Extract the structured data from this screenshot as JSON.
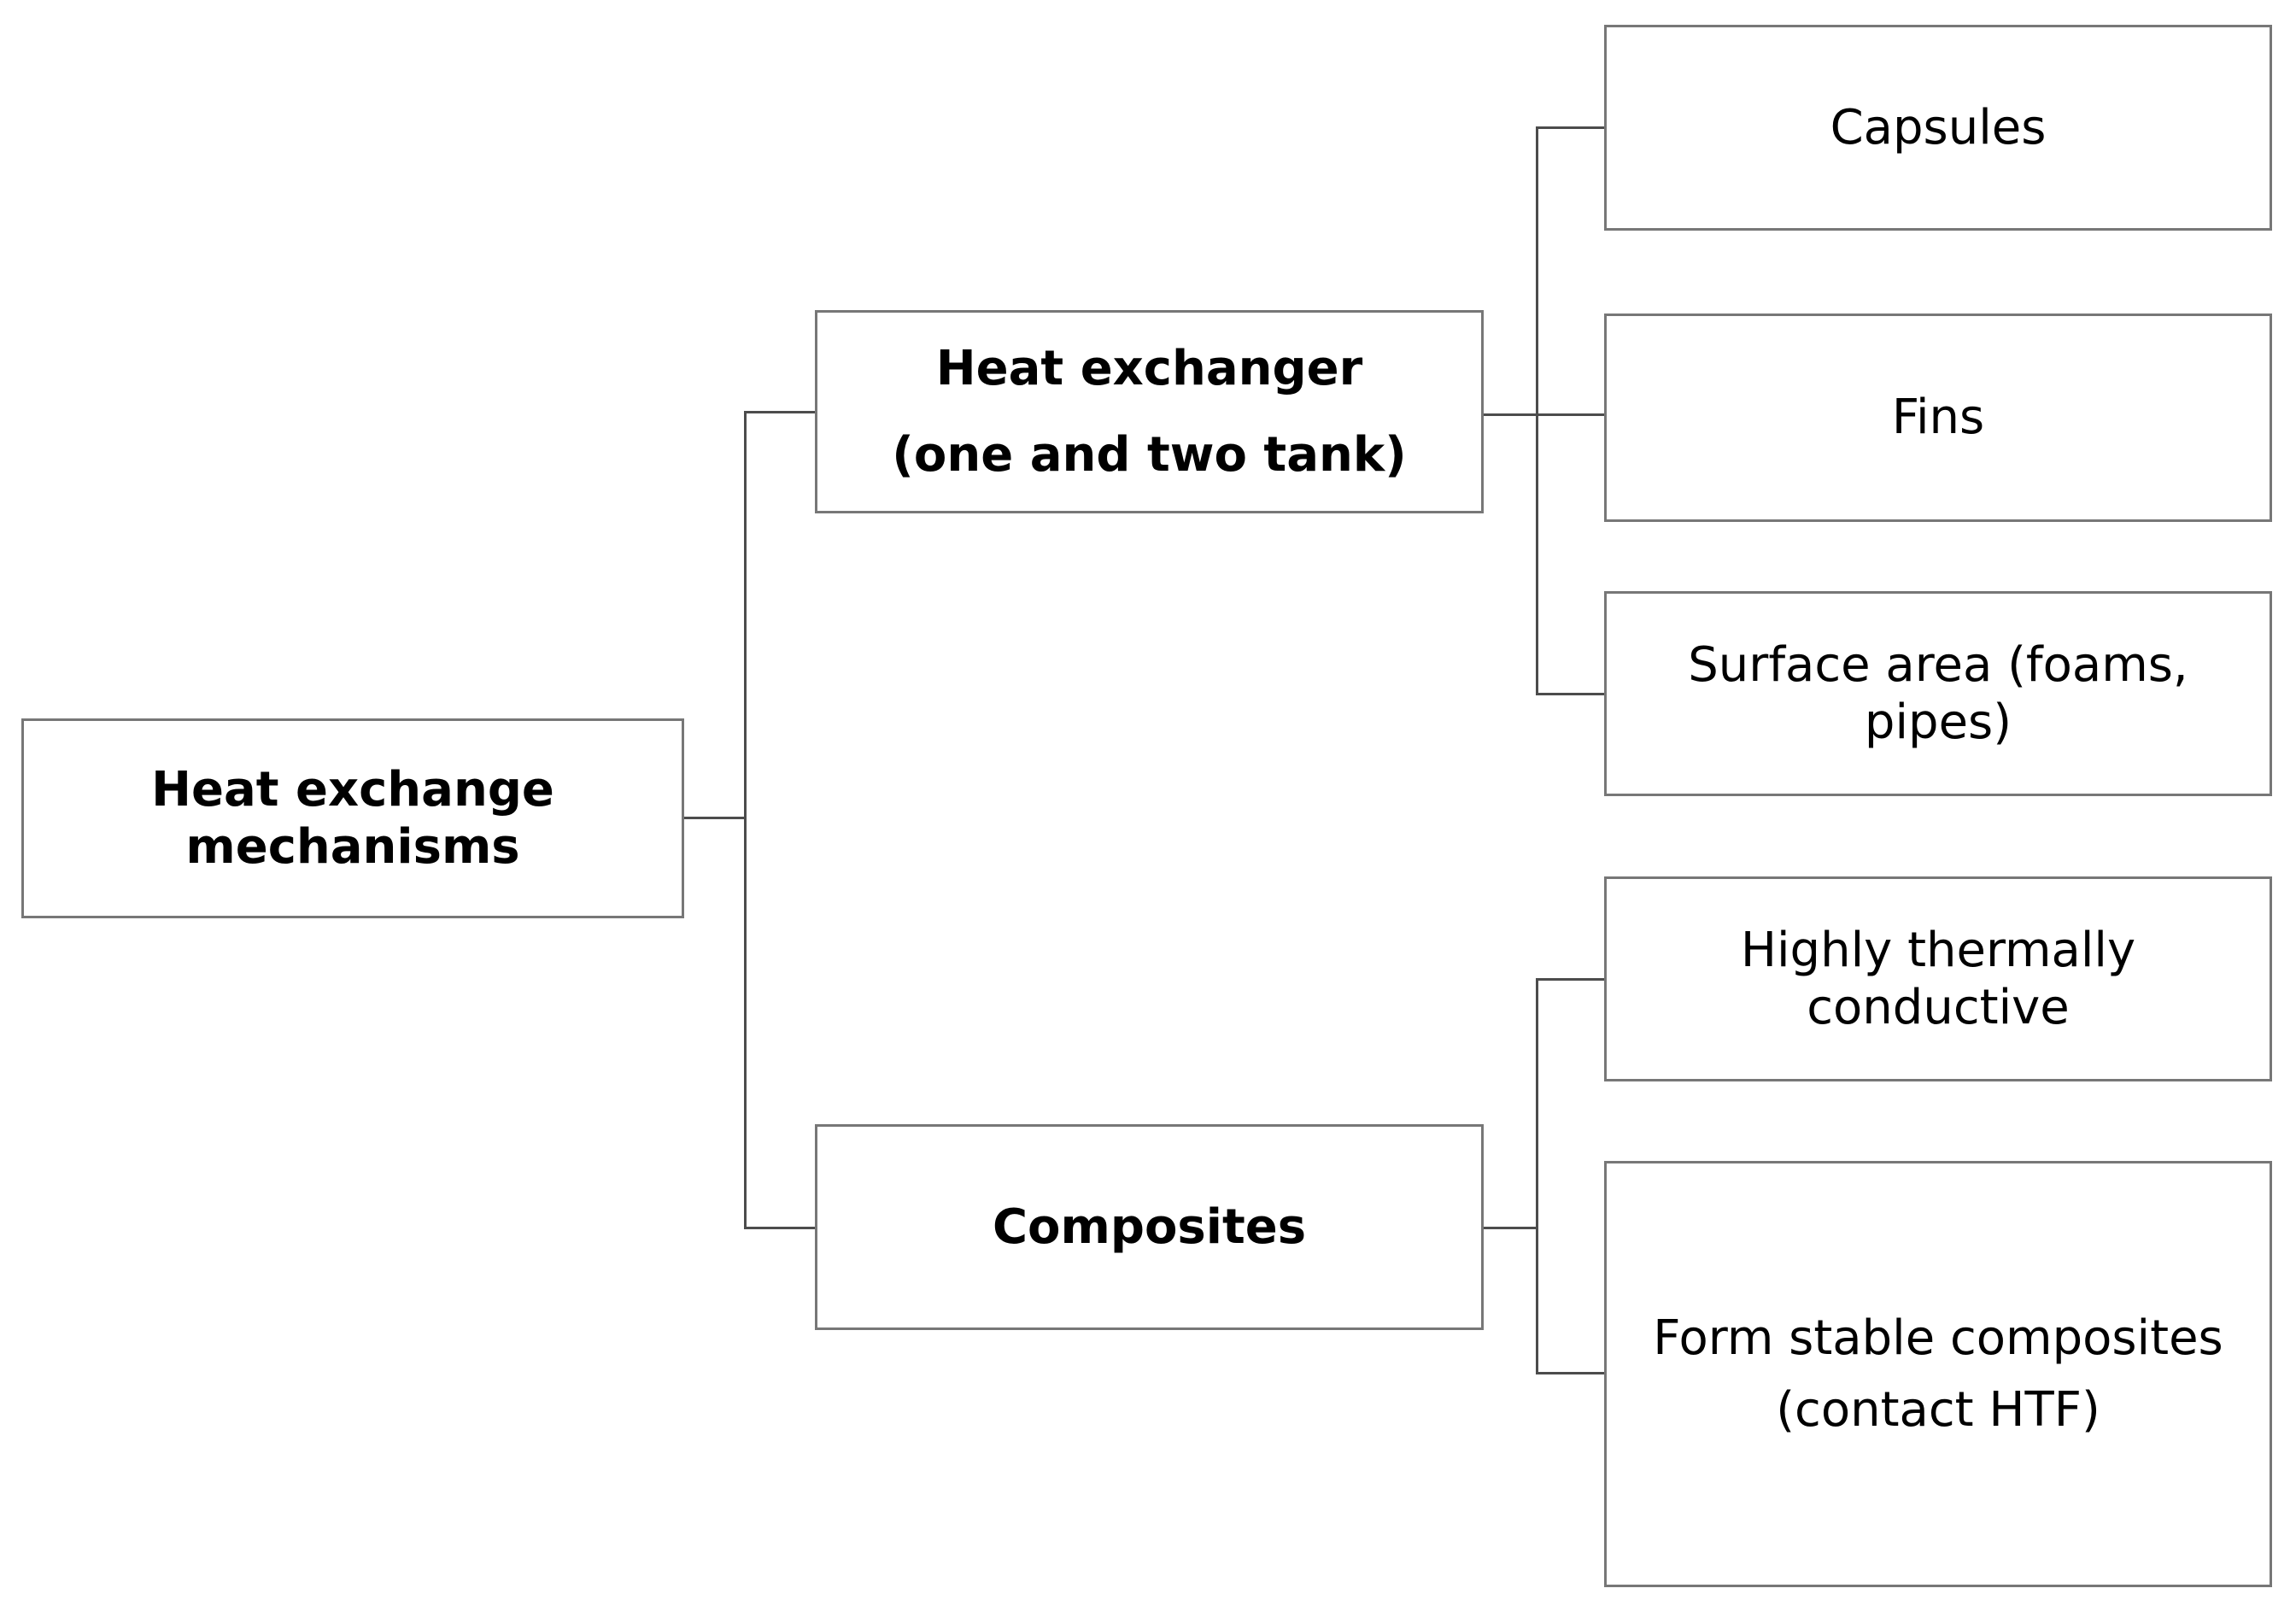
{
  "diagram": {
    "nodes": {
      "root": {
        "lines": [
          "Heat exchange",
          "mechanisms"
        ]
      },
      "heat_exchanger": {
        "lines": [
          "Heat exchanger",
          "(one and two tank)"
        ]
      },
      "composites": {
        "lines": [
          "Composites"
        ]
      },
      "capsules": {
        "lines": [
          "Capsules"
        ]
      },
      "fins": {
        "lines": [
          "Fins"
        ]
      },
      "surface_area": {
        "lines": [
          "Surface area (foams,",
          "pipes)"
        ]
      },
      "highly_conductive": {
        "lines": [
          "Highly thermally",
          "conductive"
        ]
      },
      "form_stable": {
        "lines": [
          "Form stable composites",
          "(contact HTF)"
        ]
      }
    },
    "colors": {
      "background": "#ffffff",
      "box_border": "#777777",
      "connector": "#4c4c4c",
      "text": "#000000"
    }
  }
}
